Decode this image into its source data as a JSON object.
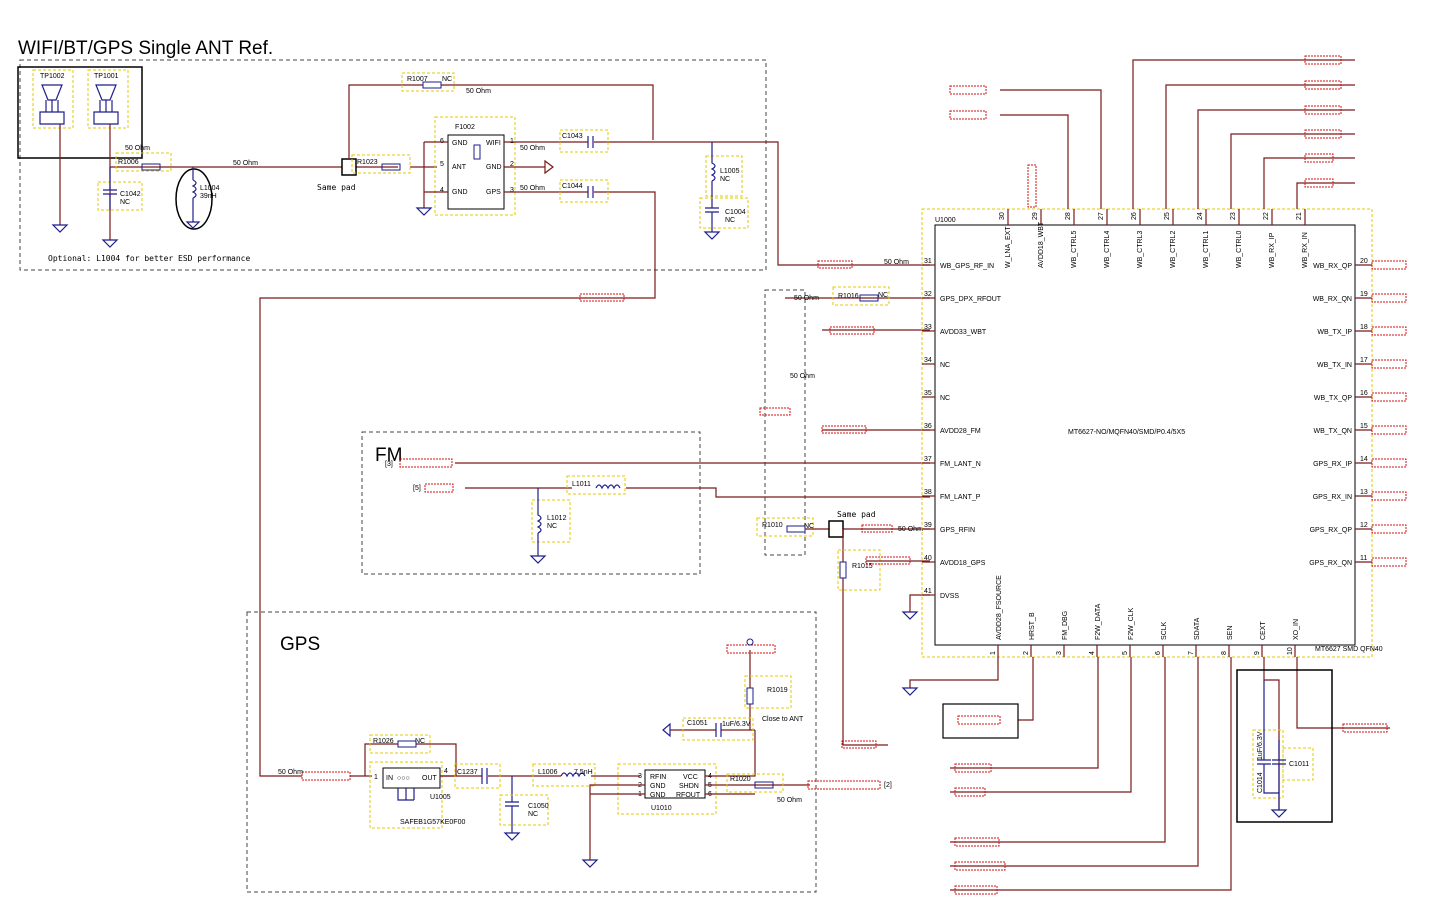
{
  "title": "WIFI/BT/GPS Single ANT Ref.",
  "sections": {
    "fm": "FM",
    "gps": "GPS"
  },
  "notes": {
    "optional": "Optional: L1004 for better ESD performance",
    "same_pad_1": "Same pad",
    "same_pad_2": "Same pad",
    "close_to_ant": "Close to ANT",
    "ohm50": "50 Ohm"
  },
  "components": {
    "tp1002": "TP1002",
    "tp1001": "TP1001",
    "r1007": "R1007",
    "r1007_val": "NC",
    "r1006": "R1006",
    "r1023": "R1023",
    "c1042": "C1042",
    "c1042_val": "NC",
    "l1004": "L1004",
    "l1004_val": "39nH",
    "f1002": "F1002",
    "f_pins": {
      "gnd6": "GND",
      "ant": "ANT",
      "gnd4": "GND",
      "wifi": "WIFI",
      "gnd2": "GND",
      "gps": "GPS"
    },
    "f_nums": {
      "p6": "6",
      "p5": "5",
      "p4": "4",
      "p1": "1",
      "p2": "2",
      "p3": "3"
    },
    "c1043": "C1043",
    "c1044": "C1044",
    "l1005": "L1005",
    "l1005_val": "NC",
    "c1004": "C1004",
    "c1004_val": "NC",
    "r1016": "R1016",
    "r1016_val": "NC",
    "l1011": "L1011",
    "l1012": "L1012",
    "l1012_val": "NC",
    "r1010": "R1010",
    "r1010_val": "NC",
    "r1015": "R1015",
    "r1019": "R1019",
    "c1051": "C1051",
    "c1051_val": "1uF/6.3V",
    "r1026": "R1026",
    "r1026_val": "NC",
    "u1005": "U1005",
    "u1005_part": "SAFEB1G57KE0F00",
    "u1005_in": "IN",
    "u1005_out": "OUT",
    "c1237": "C1237",
    "c1050": "C1050",
    "c1050_val": "NC",
    "l1006": "L1006",
    "l1006_val": "7.5nH",
    "u1010": "U1010",
    "u1010_pins": {
      "rfin": "RFIN",
      "gnd1": "GND",
      "gnd2": "GND",
      "vcc": "VCC",
      "shdn": "SHDN",
      "rfout": "RFOUT"
    },
    "r1020": "R1020",
    "c1014": "C1014",
    "c1014_val": "1uF/6.3V",
    "c1011": "C1011"
  },
  "ic": {
    "ref": "U1000",
    "part": "MT6627-NO/MQFN40/SMD/P0.4/5X5",
    "pkg": "MT6627 SMD QFN40",
    "top_pins": [
      {
        "num": "30",
        "name": "W_LNA_EXT"
      },
      {
        "num": "29",
        "name": "AVDD18_WBT"
      },
      {
        "num": "28",
        "name": "WB_CTRL5"
      },
      {
        "num": "27",
        "name": "WB_CTRL4"
      },
      {
        "num": "26",
        "name": "WB_CTRL3"
      },
      {
        "num": "25",
        "name": "WB_CTRL2"
      },
      {
        "num": "24",
        "name": "WB_CTRL1"
      },
      {
        "num": "23",
        "name": "WB_CTRL0"
      },
      {
        "num": "22",
        "name": "WB_RX_IP"
      },
      {
        "num": "21",
        "name": "WB_RX_IN"
      }
    ],
    "left_pins": [
      {
        "num": "31",
        "name": "WB_GPS_RF_IN"
      },
      {
        "num": "32",
        "name": "GPS_DPX_RFOUT"
      },
      {
        "num": "33",
        "name": "AVDD33_WBT"
      },
      {
        "num": "34",
        "name": "NC"
      },
      {
        "num": "35",
        "name": "NC"
      },
      {
        "num": "36",
        "name": "AVDD28_FM"
      },
      {
        "num": "37",
        "name": "FM_LANT_N"
      },
      {
        "num": "38",
        "name": "FM_LANT_P"
      },
      {
        "num": "39",
        "name": "GPS_RFIN"
      },
      {
        "num": "40",
        "name": "AVDD18_GPS"
      },
      {
        "num": "41",
        "name": "DVSS"
      }
    ],
    "right_pins": [
      {
        "num": "20",
        "name": "WB_RX_QP"
      },
      {
        "num": "19",
        "name": "WB_RX_QN"
      },
      {
        "num": "18",
        "name": "WB_TX_IP"
      },
      {
        "num": "17",
        "name": "WB_TX_IN"
      },
      {
        "num": "16",
        "name": "WB_TX_QP"
      },
      {
        "num": "15",
        "name": "WB_TX_QN"
      },
      {
        "num": "14",
        "name": "GPS_RX_IP"
      },
      {
        "num": "13",
        "name": "GPS_RX_IN"
      },
      {
        "num": "12",
        "name": "GPS_RX_QP"
      },
      {
        "num": "11",
        "name": "GPS_RX_QN"
      }
    ],
    "bottom_pins": [
      {
        "num": "1",
        "name": "AVDD28_FSOURCE"
      },
      {
        "num": "2",
        "name": "HRST_B"
      },
      {
        "num": "3",
        "name": "FM_DBG"
      },
      {
        "num": "4",
        "name": "F2W_DATA"
      },
      {
        "num": "5",
        "name": "F2W_CLK"
      },
      {
        "num": "6",
        "name": "SCLK"
      },
      {
        "num": "7",
        "name": "SDATA"
      },
      {
        "num": "8",
        "name": "SEN"
      },
      {
        "num": "9",
        "name": "CEXT"
      },
      {
        "num": "10",
        "name": "XO_IN"
      }
    ]
  },
  "side_refs": {
    "fm_ref3": "[3]",
    "fm_ref5": "[5]",
    "gps_ref2": "[2]"
  }
}
